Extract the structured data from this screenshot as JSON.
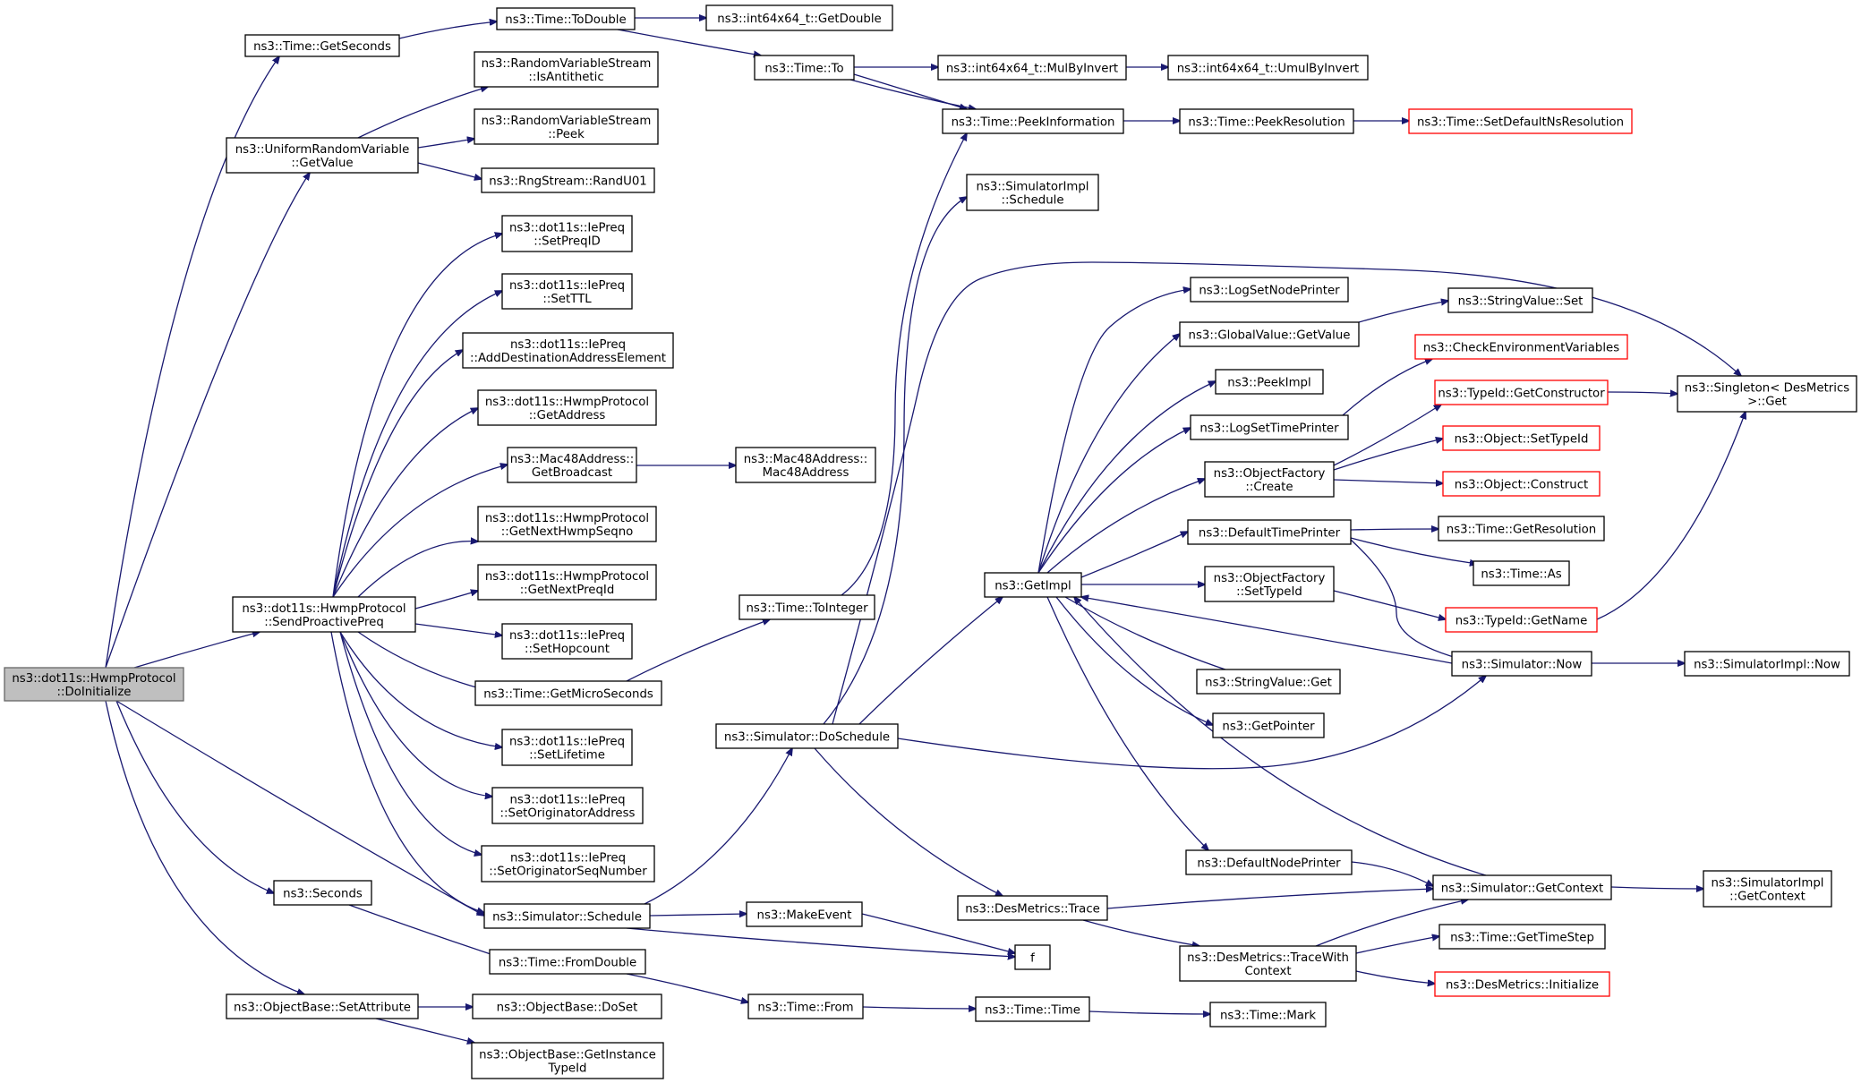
{
  "nodes": [
    {
      "id": "root",
      "lines": [
        "ns3::dot11s::HwmpProtocol",
        "::DoInitialize"
      ],
      "style": "root"
    },
    {
      "id": "getSeconds",
      "lines": [
        "ns3::Time::GetSeconds"
      ]
    },
    {
      "id": "toDouble",
      "lines": [
        "ns3::Time::ToDouble"
      ]
    },
    {
      "id": "int64GetDouble",
      "lines": [
        "ns3::int64x64_t::GetDouble"
      ]
    },
    {
      "id": "timeTo",
      "lines": [
        "ns3::Time::To"
      ]
    },
    {
      "id": "mulByInvert",
      "lines": [
        "ns3::int64x64_t::MulByInvert"
      ]
    },
    {
      "id": "umulByInvert",
      "lines": [
        "ns3::int64x64_t::UmulByInvert"
      ]
    },
    {
      "id": "peekInfo",
      "lines": [
        "ns3::Time::PeekInformation"
      ]
    },
    {
      "id": "peekRes",
      "lines": [
        "ns3::Time::PeekResolution"
      ]
    },
    {
      "id": "setDefaultNs",
      "lines": [
        "ns3::Time::SetDefaultNsResolution"
      ],
      "style": "red"
    },
    {
      "id": "isAntithetic",
      "lines": [
        "ns3::RandomVariableStream",
        "::IsAntithetic"
      ]
    },
    {
      "id": "rvsPeek",
      "lines": [
        "ns3::RandomVariableStream",
        "::Peek"
      ]
    },
    {
      "id": "uniformGetValue",
      "lines": [
        "ns3::UniformRandomVariable",
        "::GetValue"
      ]
    },
    {
      "id": "randU01",
      "lines": [
        "ns3::RngStream::RandU01"
      ]
    },
    {
      "id": "simImplSchedule",
      "lines": [
        "ns3::SimulatorImpl",
        "::Schedule"
      ]
    },
    {
      "id": "setPreqId",
      "lines": [
        "ns3::dot11s::IePreq",
        "::SetPreqID"
      ]
    },
    {
      "id": "setTTL",
      "lines": [
        "ns3::dot11s::IePreq",
        "::SetTTL"
      ]
    },
    {
      "id": "addDest",
      "lines": [
        "ns3::dot11s::IePreq",
        "::AddDestinationAddressElement"
      ]
    },
    {
      "id": "getAddress",
      "lines": [
        "ns3::dot11s::HwmpProtocol",
        "::GetAddress"
      ]
    },
    {
      "id": "getBroadcast",
      "lines": [
        "ns3::Mac48Address::",
        "GetBroadcast"
      ]
    },
    {
      "id": "mac48",
      "lines": [
        "ns3::Mac48Address::",
        "Mac48Address"
      ]
    },
    {
      "id": "getNextSeqno",
      "lines": [
        "ns3::dot11s::HwmpProtocol",
        "::GetNextHwmpSeqno"
      ]
    },
    {
      "id": "getNextPreqId",
      "lines": [
        "ns3::dot11s::HwmpProtocol",
        "::GetNextPreqId"
      ]
    },
    {
      "id": "sendProactive",
      "lines": [
        "ns3::dot11s::HwmpProtocol",
        "::SendProactivePreq"
      ]
    },
    {
      "id": "toInteger",
      "lines": [
        "ns3::Time::ToInteger"
      ]
    },
    {
      "id": "setHopcount",
      "lines": [
        "ns3::dot11s::IePreq",
        "::SetHopcount"
      ]
    },
    {
      "id": "getMicro",
      "lines": [
        "ns3::Time::GetMicroSeconds"
      ]
    },
    {
      "id": "setLifetime",
      "lines": [
        "ns3::dot11s::IePreq",
        "::SetLifetime"
      ]
    },
    {
      "id": "setOrigAddr",
      "lines": [
        "ns3::dot11s::IePreq",
        "::SetOriginatorAddress"
      ]
    },
    {
      "id": "setOrigSeq",
      "lines": [
        "ns3::dot11s::IePreq",
        "::SetOriginatorSeqNumber"
      ]
    },
    {
      "id": "seconds",
      "lines": [
        "ns3::Seconds"
      ]
    },
    {
      "id": "simSchedule",
      "lines": [
        "ns3::Simulator::Schedule"
      ]
    },
    {
      "id": "makeEvent",
      "lines": [
        "ns3::MakeEvent"
      ]
    },
    {
      "id": "fromDouble",
      "lines": [
        "ns3::Time::FromDouble"
      ]
    },
    {
      "id": "timeFrom",
      "lines": [
        "ns3::Time::From"
      ]
    },
    {
      "id": "timeTime",
      "lines": [
        "ns3::Time::Time"
      ]
    },
    {
      "id": "timeMark",
      "lines": [
        "ns3::Time::Mark"
      ]
    },
    {
      "id": "setAttribute",
      "lines": [
        "ns3::ObjectBase::SetAttribute"
      ]
    },
    {
      "id": "doSet",
      "lines": [
        "ns3::ObjectBase::DoSet"
      ]
    },
    {
      "id": "getInstance",
      "lines": [
        "ns3::ObjectBase::GetInstance",
        "TypeId"
      ]
    },
    {
      "id": "doSchedule",
      "lines": [
        "ns3::Simulator::DoSchedule"
      ]
    },
    {
      "id": "getImpl",
      "lines": [
        "ns3::GetImpl"
      ]
    },
    {
      "id": "logSetNode",
      "lines": [
        "ns3::LogSetNodePrinter"
      ]
    },
    {
      "id": "gvGetValue",
      "lines": [
        "ns3::GlobalValue::GetValue"
      ]
    },
    {
      "id": "svSet",
      "lines": [
        "ns3::StringValue::Set"
      ]
    },
    {
      "id": "peekImpl",
      "lines": [
        "ns3::PeekImpl"
      ]
    },
    {
      "id": "checkEnv",
      "lines": [
        "ns3::CheckEnvironmentVariables"
      ],
      "style": "red"
    },
    {
      "id": "logSetTime",
      "lines": [
        "ns3::LogSetTimePrinter"
      ]
    },
    {
      "id": "getCtor",
      "lines": [
        "ns3::TypeId::GetConstructor"
      ],
      "style": "red"
    },
    {
      "id": "singleton",
      "lines": [
        "ns3::Singleton< DesMetrics",
        ">::Get"
      ]
    },
    {
      "id": "ofCreate",
      "lines": [
        "ns3::ObjectFactory",
        "::Create"
      ]
    },
    {
      "id": "setTypeIdObj",
      "lines": [
        "ns3::Object::SetTypeId"
      ],
      "style": "red"
    },
    {
      "id": "construct",
      "lines": [
        "ns3::Object::Construct"
      ],
      "style": "red"
    },
    {
      "id": "defTimePrinter",
      "lines": [
        "ns3::DefaultTimePrinter"
      ]
    },
    {
      "id": "getResolution",
      "lines": [
        "ns3::Time::GetResolution"
      ]
    },
    {
      "id": "timeAs",
      "lines": [
        "ns3::Time::As"
      ]
    },
    {
      "id": "ofSetTypeId",
      "lines": [
        "ns3::ObjectFactory",
        "::SetTypeId"
      ]
    },
    {
      "id": "getName",
      "lines": [
        "ns3::TypeId::GetName"
      ],
      "style": "red"
    },
    {
      "id": "simNow",
      "lines": [
        "ns3::Simulator::Now"
      ]
    },
    {
      "id": "simImplNow",
      "lines": [
        "ns3::SimulatorImpl::Now"
      ]
    },
    {
      "id": "svGet",
      "lines": [
        "ns3::StringValue::Get"
      ]
    },
    {
      "id": "getPointer",
      "lines": [
        "ns3::GetPointer"
      ]
    },
    {
      "id": "defNodePrinter",
      "lines": [
        "ns3::DefaultNodePrinter"
      ]
    },
    {
      "id": "getContext",
      "lines": [
        "ns3::Simulator::GetContext"
      ]
    },
    {
      "id": "simImplGetContext",
      "lines": [
        "ns3::SimulatorImpl",
        "::GetContext"
      ]
    },
    {
      "id": "desTrace",
      "lines": [
        "ns3::DesMetrics::Trace"
      ]
    },
    {
      "id": "f",
      "lines": [
        "f"
      ]
    },
    {
      "id": "traceWithCtx",
      "lines": [
        "ns3::DesMetrics::TraceWith",
        "Context"
      ]
    },
    {
      "id": "getTimeStep",
      "lines": [
        "ns3::Time::GetTimeStep"
      ]
    },
    {
      "id": "desInit",
      "lines": [
        "ns3::DesMetrics::Initialize"
      ],
      "style": "red"
    }
  ],
  "colors": {
    "edge": "#191970",
    "node_border": "#000000",
    "root_fill": "#bfbfbf",
    "missing_border": "#ff0000"
  }
}
